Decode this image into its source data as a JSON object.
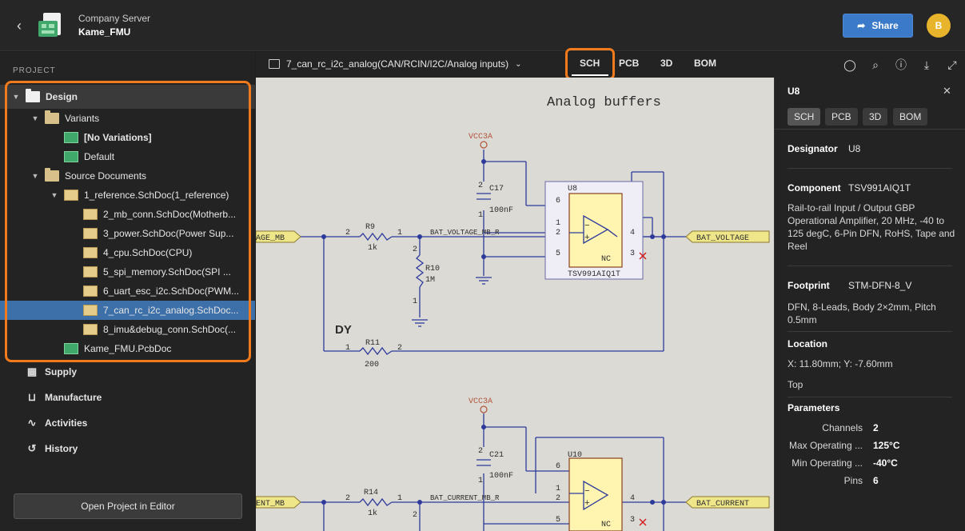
{
  "header": {
    "server": "Company Server",
    "project": "Kame_FMU",
    "share_label": "Share",
    "avatar_initial": "B",
    "accent": "#3a7ac8"
  },
  "sidebar": {
    "section_label": "PROJECT",
    "design_label": "Design",
    "variants_label": "Variants",
    "variant_items": [
      "[No Variations]",
      "Default"
    ],
    "source_label": "Source Documents",
    "top_doc": "1_reference.SchDoc(1_reference)",
    "child_docs": [
      "2_mb_conn.SchDoc(Motherb...",
      "3_power.SchDoc(Power Sup...",
      "4_cpu.SchDoc(CPU)",
      "5_spi_memory.SchDoc(SPI ...",
      "6_uart_esc_i2c.SchDoc(PWM...",
      "7_can_rc_i2c_analog.SchDoc...",
      "8_imu&debug_conn.SchDoc(..."
    ],
    "pcb_doc": "Kame_FMU.PcbDoc",
    "nav": [
      "Supply",
      "Manufacture",
      "Activities",
      "History"
    ],
    "open_button": "Open Project in Editor"
  },
  "viewbar": {
    "document": "7_can_rc_i2c_analog(CAN/RCIN/I2C/Analog inputs)",
    "tabs": [
      "SCH",
      "PCB",
      "3D",
      "BOM"
    ],
    "active_tab": "SCH",
    "icons": [
      "comment-icon",
      "search-icon",
      "info-icon",
      "download-icon",
      "expand-icon"
    ]
  },
  "schematic": {
    "title": "Analog buffers",
    "vcc1": "VCC3A",
    "vcc2": "VCC3A",
    "c17": "C17",
    "c17_val": "100nF",
    "u8": "U8",
    "u8_part": "TSV991AIQ1T",
    "r9": "R9",
    "r9_val": "1k",
    "r10": "R10",
    "r10_val": "1M",
    "r11": "R11",
    "r11_val": "200",
    "net1_left": "AGE_MB",
    "net1_mid": "BAT_VOLTAGE_MB_R",
    "net1_right": "BAT_VOLTAGE",
    "dy": "DY",
    "nc": "NC",
    "c21": "C21",
    "c21_val": "100nF",
    "u10": "U10",
    "r14": "R14",
    "r14_val": "1k",
    "net2_left": "ENT_MB",
    "net2_mid": "BAT_CURRENT_MB_R",
    "net2_right": "BAT_CURRENT",
    "p1": "1",
    "p2": "2",
    "p3": "3",
    "p4": "4",
    "p5": "5",
    "p6": "6"
  },
  "properties": {
    "header": "U8",
    "tabs": [
      "SCH",
      "PCB",
      "3D",
      "BOM"
    ],
    "designator_label": "Designator",
    "designator": "U8",
    "component_label": "Component",
    "component": "TSV991AIQ1T",
    "component_desc": "Rail-to-rail Input / Output GBP Operational Amplifier, 20 MHz, -40 to 125 degC, 6-Pin DFN, RoHS, Tape and Reel",
    "footprint_label": "Footprint",
    "footprint": "STM-DFN-8_V",
    "footprint_desc": "DFN, 8-Leads, Body 2×2mm, Pitch 0.5mm",
    "location_label": "Location",
    "location": "X: 11.80mm; Y: -7.60mm",
    "side": "Top",
    "parameters_label": "Parameters",
    "params": [
      {
        "label": "Channels",
        "value": "2"
      },
      {
        "label": "Max Operating ...",
        "value": "125°C"
      },
      {
        "label": "Min Operating ...",
        "value": "-40°C"
      },
      {
        "label": "Pins",
        "value": "6"
      }
    ]
  }
}
